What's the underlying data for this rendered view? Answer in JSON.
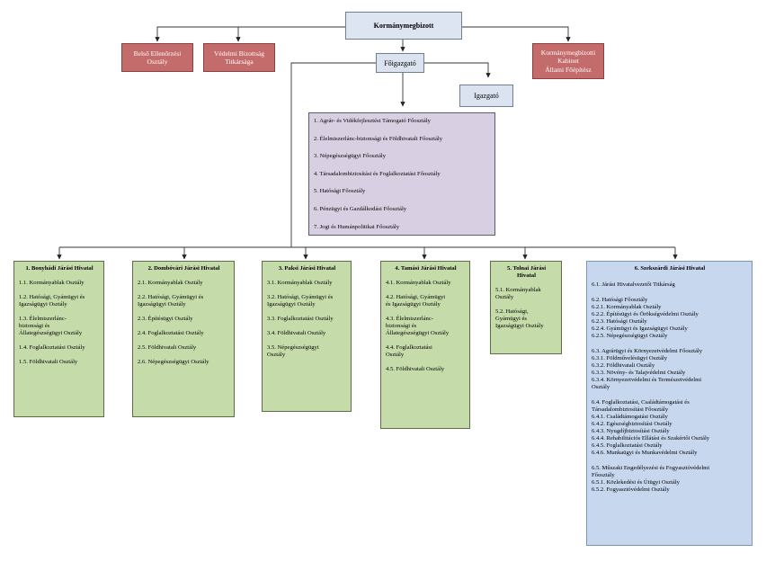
{
  "top": {
    "kormanymegbizott": "Kormánymegbizott"
  },
  "upper": {
    "belso": "Belső Ellenőrzési\nOsztály",
    "vedelmi": "Védelmi Bizottság\nTitkársága",
    "kabinet": "Kormánymegbízotti\nKabinet\nÁllami Főépítész",
    "foigazgato": "Főigazgató",
    "igazgato": "Igazgató"
  },
  "foosztalyok": [
    "1. Agrár- és Vidékfejlesztést Támogató Főosztály",
    "2. Élelmiszerlánc-biztonsági és Földhivatali Főosztály",
    "3. Népegészségügyi Főosztály",
    "4. Társadalombiztosítási és Foglalkoztatási Főosztály",
    "5. Hatósági Főosztály",
    "6. Pénzügyi és Gazdálkodási Főosztály",
    "7. Jogi és Humánpolitikai Főosztály"
  ],
  "hivatalok": [
    {
      "title": "1. Bonyhádi Járási Hivatal",
      "items": [
        "1.1. Kormányablak Osztály",
        "1.2. Hatósági, Gyámügyi és\nIgazságügyi Osztály",
        "1.3. Élelmiszerlánc-\nbiztonsági és\nÁllategészségügyi Osztály",
        "1.4. Foglalkoztatási Osztály",
        "1.5. Földhivatali Osztály"
      ]
    },
    {
      "title": "2. Dombóvári Járási Hivatal",
      "items": [
        "2.1. Kormányablak Osztály",
        "2.2. Hatósági, Gyámügyi és\nIgazságügyi Osztály",
        "2.3. Építésügyi Osztály",
        "2.4. Foglalkoztatási Osztály",
        "2.5. Földhivatali Osztály",
        "2.6. Népegészségügyi Osztály"
      ]
    },
    {
      "title": "3. Paksi Járási Hivatal",
      "items": [
        "3.1. Kormányablak Osztály",
        "3.2. Hatósági, Gyámügyi és\nIgazságügyi Osztály",
        "3.3. Foglalkoztatási Osztály",
        "3.4. Földhivatali Osztály",
        "3.5. Népegészségügyi\nOsztály"
      ]
    },
    {
      "title": "4. Tamási Járási Hivatal",
      "items": [
        "4.1. Kormányablak Osztály",
        "4.2. Hatósági, Gyámügyi\nés Igazságügyi Osztály",
        "4.3. Élelmiszerlánc-\nbiztonsági és\nÁllategészségügyi Osztály",
        "4.4. Foglalkoztatási\nOsztály",
        "4.5. Földhivatali Osztály"
      ]
    },
    {
      "title": "5. Tolnai Járási\nHivatal",
      "items": [
        "5.1. Kormányablak\nOsztály",
        "5.2. Hatósági,\nGyámügyi és\nIgazságügyi Osztály"
      ]
    }
  ],
  "szekszard": {
    "title": "6. Szekszárdi Járási Hivatal",
    "groups": [
      [
        "6.1. Járási Hivatalvezetői Titkárság"
      ],
      [
        "6.2. Hatósági Főosztály",
        "6.2.1. Kormányablak Osztály",
        "6.2.2. Építésügyi és Örökségvédelmi Osztály",
        "6.2.3. Hatósági Osztály",
        "6.2.4. Gyámügyi és Igazságügyi Osztály",
        "6.2.5. Népegészségügyi Osztály"
      ],
      [
        "6.3. Agrárügyi és Környezetvédelmi Főosztály",
        "6.3.1. Földművelésügyi Osztály",
        "6.3.2. Földhivatali Osztály",
        "6.3.3. Növény- és Talajvédelmi Osztály",
        "6.3.4. Környezetvédelmi és Természetvédelmi\nOsztály"
      ],
      [
        "6.4. Foglalkoztatási, Családtámogatási és\nTársadalombiztosítási Főosztály",
        "6.4.1. Családtámogatási Osztály",
        "6.4.2. Egészségbiztosítási Osztály",
        "6.4.3. Nyugdíjbiztosítási Osztály",
        "6.4.4. Rehabilitációs Ellátási és Szakértői Osztály",
        "6.4.5. Foglalkoztatási Osztály",
        "6.4.6. Munkaügyi és Munkavédelmi Osztály"
      ],
      [
        "6.5. Műszaki Engedélyezési és Fogyasztóvédelmi\nFőosztály",
        "6.5.1. Közlekedési és Útügyi Osztály",
        "6.5.2. Fogyasztóvédelmi Osztály"
      ]
    ]
  }
}
